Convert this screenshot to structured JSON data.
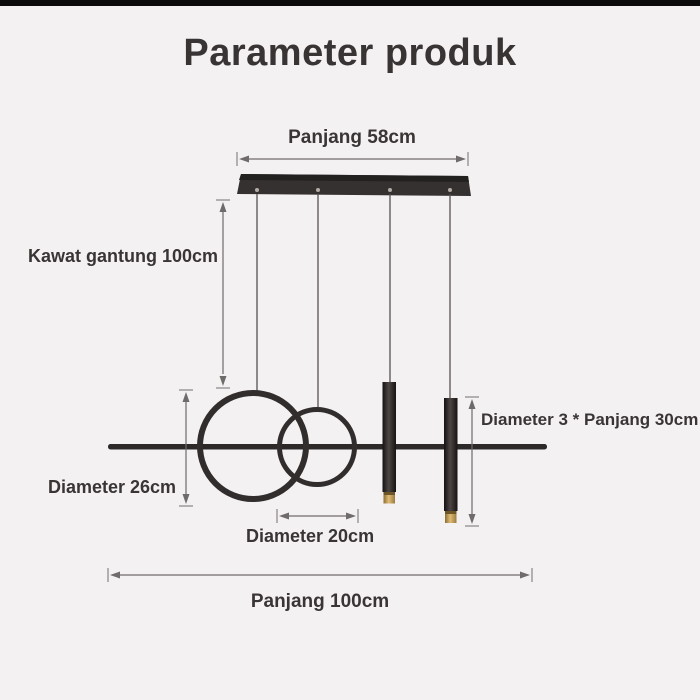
{
  "title": "Parameter produk",
  "labels": {
    "bar_length": "Panjang 58cm",
    "hanging_wire": "Kawat gantung 100cm",
    "large_ring_diameter": "Diameter 26cm",
    "small_ring_diameter": "Diameter 20cm",
    "cylinder_spec": "Diameter 3 * Panjang 30cm",
    "total_length": "Panjang 100cm"
  },
  "colors": {
    "background": "#f4f1f3",
    "top_edge_bar": "#0c0b0b",
    "text": "#3a3535",
    "lamp_body": "#322e2e",
    "gold_tip": "#c8a45b",
    "dimension_line": "#6f6b6b"
  }
}
